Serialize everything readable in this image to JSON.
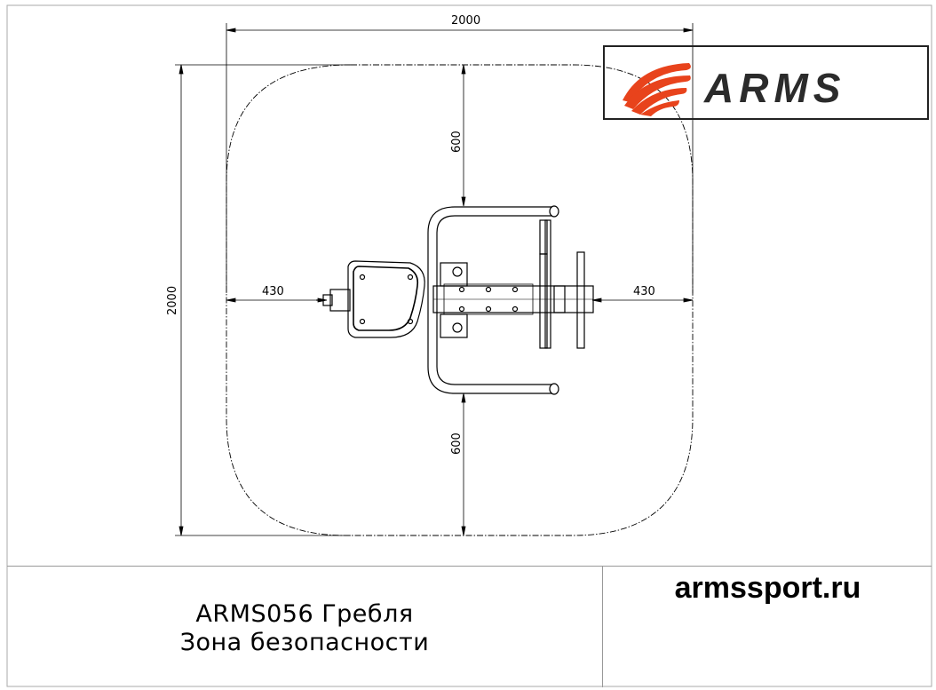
{
  "dimensions": {
    "top_width": "2000",
    "left_height": "2000",
    "left_clearance": "430",
    "right_clearance": "430",
    "top_clearance": "600",
    "bottom_clearance": "600"
  },
  "title": {
    "line1": "ARMS056 Гребля",
    "line2": "Зона безопасности"
  },
  "website": "armssport.ru",
  "logo": {
    "wordmark": "ARMS",
    "colors": {
      "swoosh": "#e8431c",
      "wordmark": "#2b2b2b"
    }
  }
}
